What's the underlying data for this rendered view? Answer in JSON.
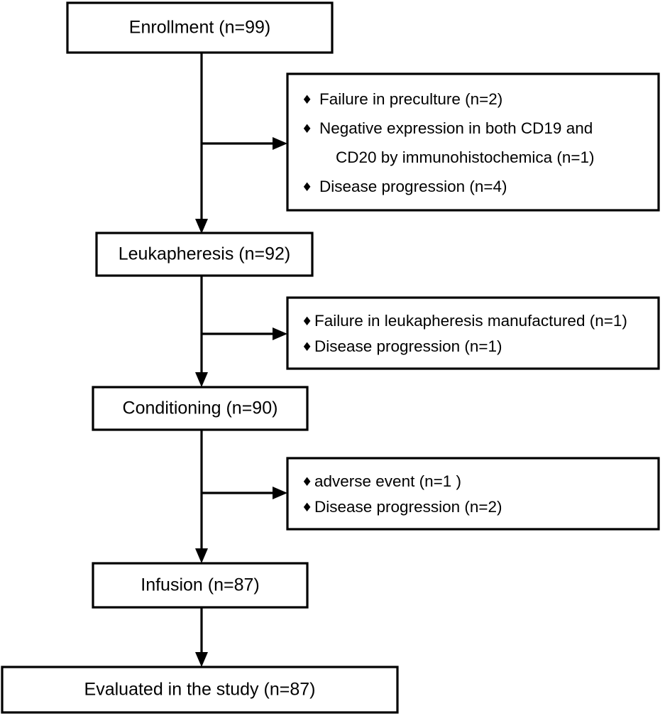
{
  "figure": {
    "type": "flowchart",
    "orientation": "vertical",
    "description": "CONSORT-style patient enrollment flow diagram"
  },
  "stages": [
    {
      "id": "enrollment",
      "label": "Enrollment (n=99)",
      "n": 99
    },
    {
      "id": "leukapheresis",
      "label": "Leukapheresis (n=92)",
      "n": 92
    },
    {
      "id": "conditioning",
      "label": "Conditioning (n=90)",
      "n": 90
    },
    {
      "id": "infusion",
      "label": "Infusion (n=87)",
      "n": 87
    },
    {
      "id": "evaluated",
      "label": "Evaluated in the study (n=87)",
      "n": 87
    }
  ],
  "exclusions": [
    {
      "id": "exclusion-after-enrollment",
      "bullet": "♦",
      "items": [
        {
          "lines": [
            "Failure in preculture (n=2)"
          ],
          "n": 2
        },
        {
          "lines": [
            "Negative expression in both CD19 and",
            "CD20 by immunohistochemica (n=1)"
          ],
          "n": 1
        },
        {
          "lines": [
            "Disease progression (n=4)"
          ],
          "n": 4
        }
      ]
    },
    {
      "id": "exclusion-after-leukapheresis",
      "bullet": "♦",
      "items": [
        {
          "lines": [
            "Failure in leukapheresis manufactured (n=1)"
          ],
          "n": 1
        },
        {
          "lines": [
            "Disease progression (n=1)"
          ],
          "n": 1
        }
      ]
    },
    {
      "id": "exclusion-after-conditioning",
      "bullet": "♦",
      "items": [
        {
          "lines": [
            "adverse event (n=1 )"
          ],
          "n": 1
        },
        {
          "lines": [
            "Disease progression (n=2)"
          ],
          "n": 2
        }
      ]
    }
  ],
  "colors": {
    "background": "#ffffff",
    "stroke": "#000000",
    "text": "#000000",
    "box_fill": "#ffffff"
  }
}
